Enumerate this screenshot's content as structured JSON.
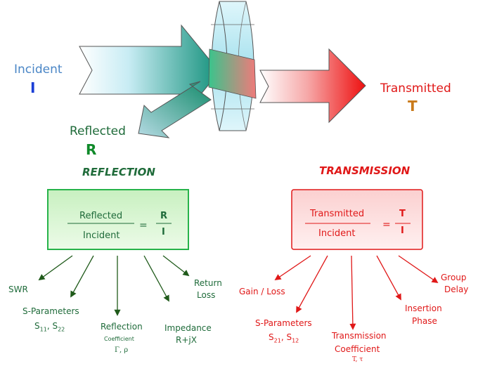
{
  "diagram": {
    "incident": {
      "label": "Incident",
      "symbol": "I",
      "label_color": "#4a86c6",
      "symbol_color": "#1b3fd6"
    },
    "reflected": {
      "label": "Reflected",
      "symbol": "R",
      "label_color": "#1f6b3a",
      "symbol_color": "#0f8a2a"
    },
    "transmitted": {
      "label": "Transmitted",
      "symbol": "T",
      "label_color": "#e01818",
      "symbol_color": "#c97a1a"
    }
  },
  "reflection": {
    "title": "REFLECTION",
    "numerator": "Reflected",
    "denominator": "Incident",
    "equals": "=",
    "ratio_num": "R",
    "ratio_den": "I",
    "color": "#1f6b3a",
    "box_fill": "#d7f5d2",
    "box_border": "#27b34a",
    "items": {
      "swr": "SWR",
      "sparams": "S-Parameters",
      "sparams_a": "S",
      "sparams_a_sub": "11",
      "sparams_sep": ", S",
      "sparams_b_sub": "22",
      "coef_1": "Reflection",
      "coef_2": "Coefficient",
      "coef_3": "Γ, ρ",
      "impedance_1": "Impedance",
      "impedance_2": "R+jX",
      "return_1": "Return",
      "return_2": "Loss"
    }
  },
  "transmission": {
    "title": "TRANSMISSION",
    "numerator": "Transmitted",
    "denominator": "Incident",
    "equals": "=",
    "ratio_num": "T",
    "ratio_den": "I",
    "color": "#e01818",
    "box_fill": "#fde0e0",
    "box_border": "#e01818",
    "items": {
      "gain": "Gain / Loss",
      "sparams": "S-Parameters",
      "sparams_a": "S",
      "sparams_a_sub": "21",
      "sparams_sep": ", S",
      "sparams_b_sub": "12",
      "coef_1": "Transmission",
      "coef_2": "Coefficient",
      "coef_3": "T, τ",
      "insertion_1": "Insertion",
      "insertion_2": "Phase",
      "group_1": "Group",
      "group_2": "Delay"
    }
  }
}
